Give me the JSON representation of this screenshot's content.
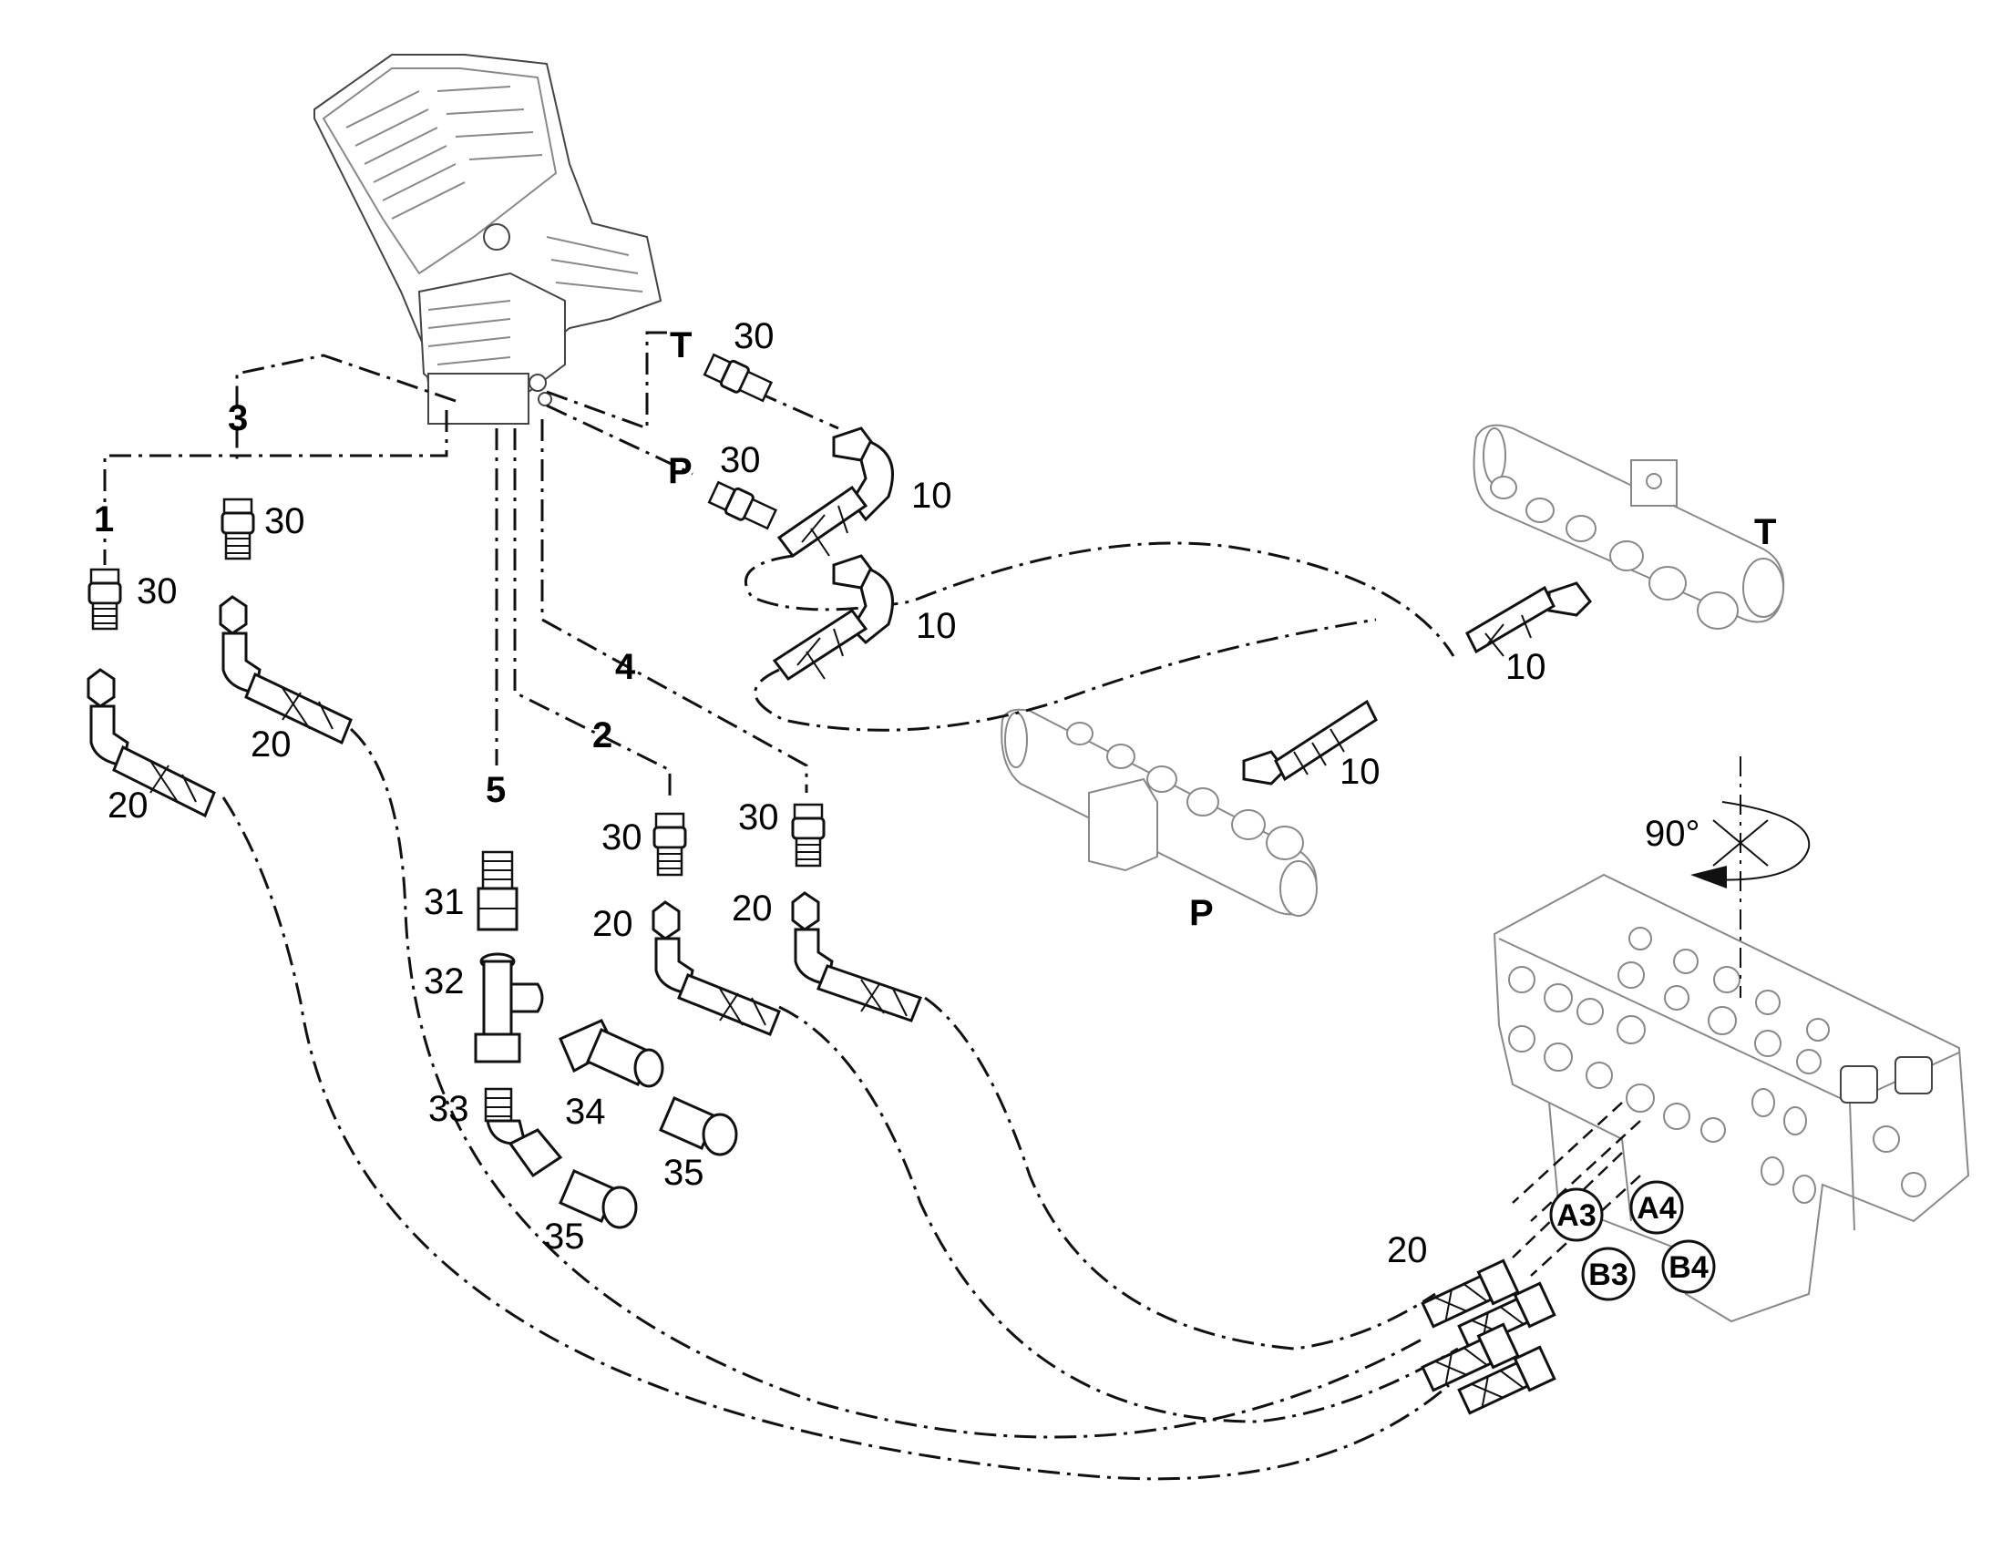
{
  "lines": [
    {
      "id": "1",
      "label": "1"
    },
    {
      "id": "2",
      "label": "2"
    },
    {
      "id": "3",
      "label": "3"
    },
    {
      "id": "4",
      "label": "4"
    },
    {
      "id": "5",
      "label": "5"
    }
  ],
  "ports": {
    "pedal_t": "T",
    "pedal_p": "P",
    "manifold_t": "T",
    "manifold_p": "P",
    "valve": [
      "A3",
      "A4",
      "B3",
      "B4"
    ]
  },
  "parts": {
    "p10": "10",
    "p20": "20",
    "p30": "30",
    "p31": "31",
    "p32": "32",
    "p33": "33",
    "p34": "34",
    "p35": "35"
  },
  "rotation": "90°"
}
